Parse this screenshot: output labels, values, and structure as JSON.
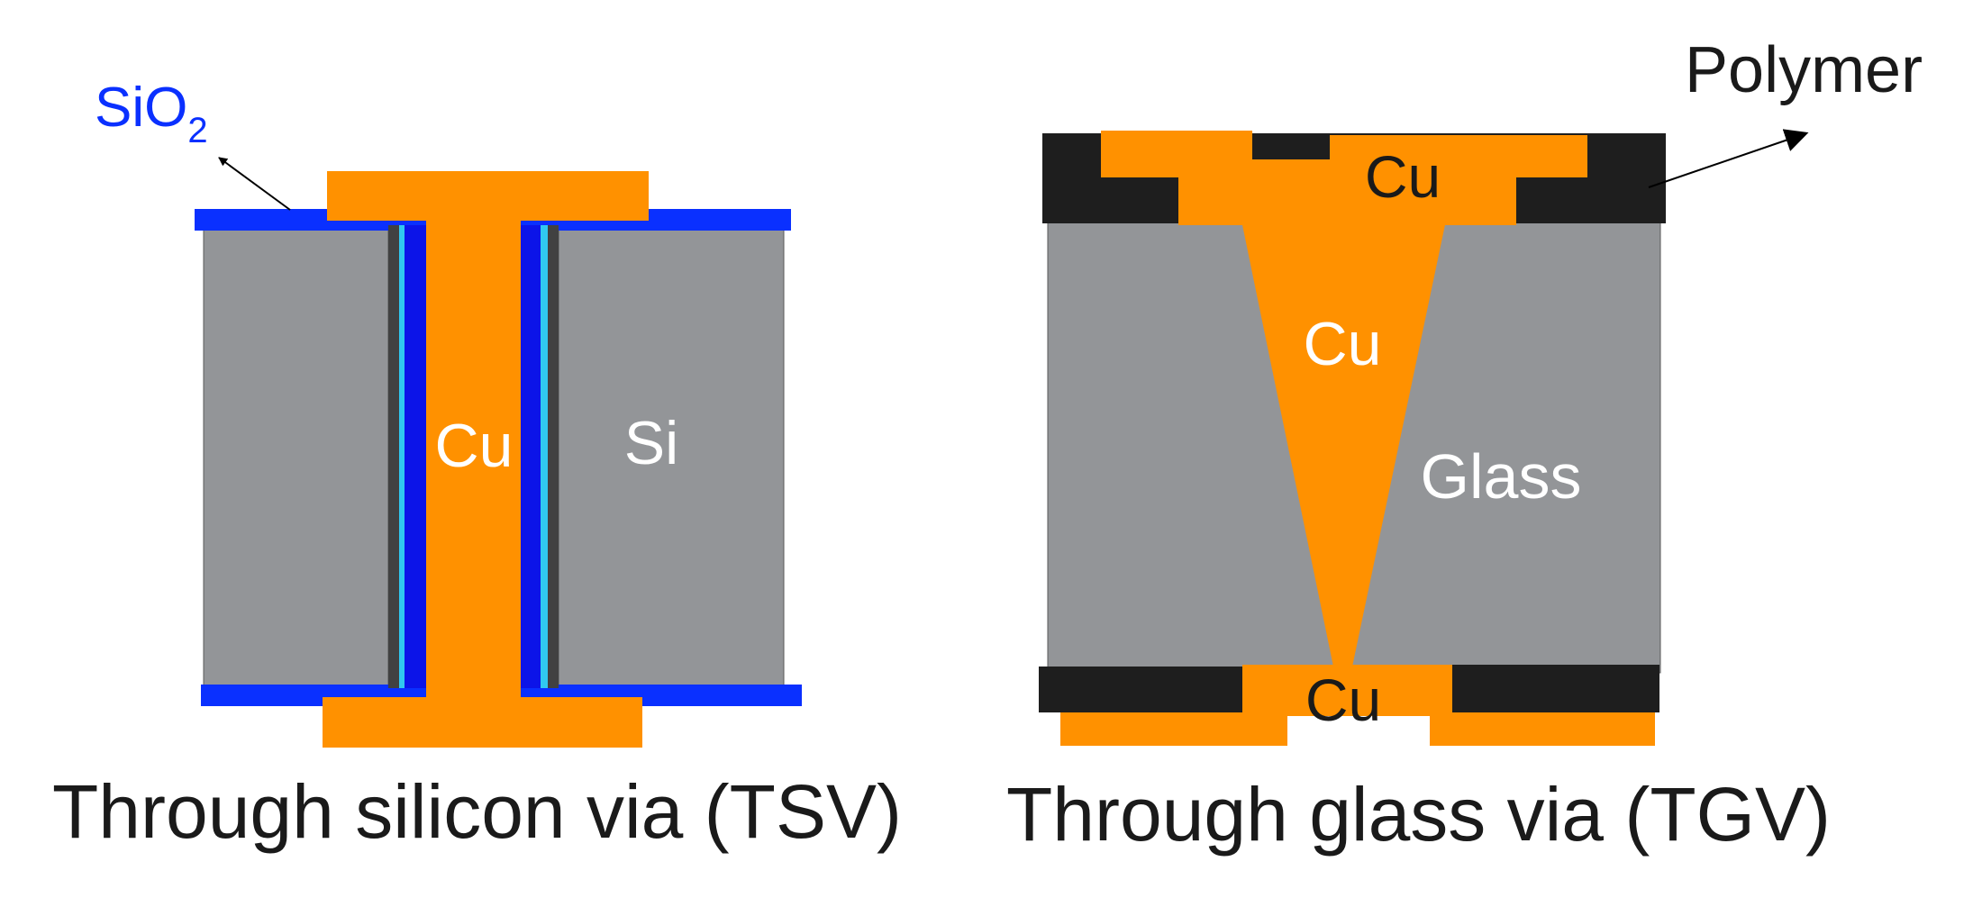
{
  "colors": {
    "copper": "#FF9100",
    "silicon": "#939598",
    "glass": "#939598",
    "oxide": "#0A30FF",
    "liner_dark": "#0C14E8",
    "barrier": "#30C8F0",
    "side_dark": "#414141",
    "polymer": "#1E1E1E",
    "arrow": "#000000",
    "text_dark": "#1A1A1A",
    "text_light": "#FFFFFF",
    "text_blue": "#0A30FF"
  },
  "tsv": {
    "oxide_label": "SiO",
    "oxide_subscript": "2",
    "cu_label": "Cu",
    "si_label": "Si",
    "caption": "Through silicon via (TSV)"
  },
  "tgv": {
    "polymer_label": "Polymer",
    "cu_top_label": "Cu",
    "cu_via_label": "Cu",
    "cu_bottom_label": "Cu",
    "glass_label": "Glass",
    "caption": "Through glass via (TGV)"
  }
}
